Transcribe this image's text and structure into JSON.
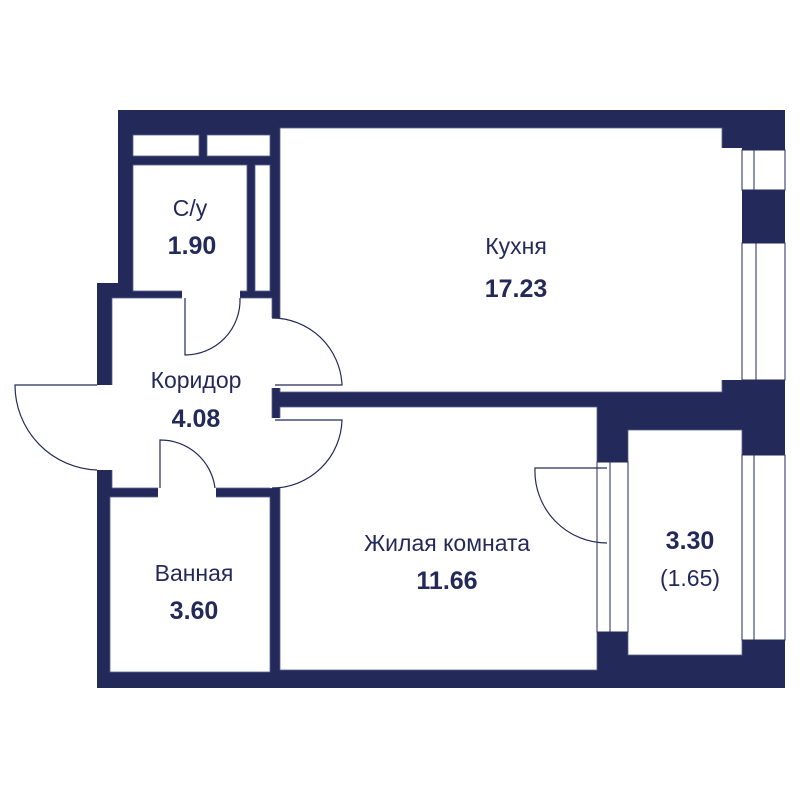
{
  "colors": {
    "wall": "#232a5a",
    "floor": "#ffffff",
    "text": "#232a5a"
  },
  "rooms": {
    "wc": {
      "name": "С/у",
      "area": "1.90"
    },
    "kitchen": {
      "name": "Кухня",
      "area": "17.23"
    },
    "corridor": {
      "name": "Коридор",
      "area": "4.08"
    },
    "bathroom": {
      "name": "Ванная",
      "area": "3.60"
    },
    "living": {
      "name": "Жилая комната",
      "area": "11.66"
    },
    "balcony": {
      "area": "3.30",
      "reduced_area": "(1.65)"
    }
  }
}
